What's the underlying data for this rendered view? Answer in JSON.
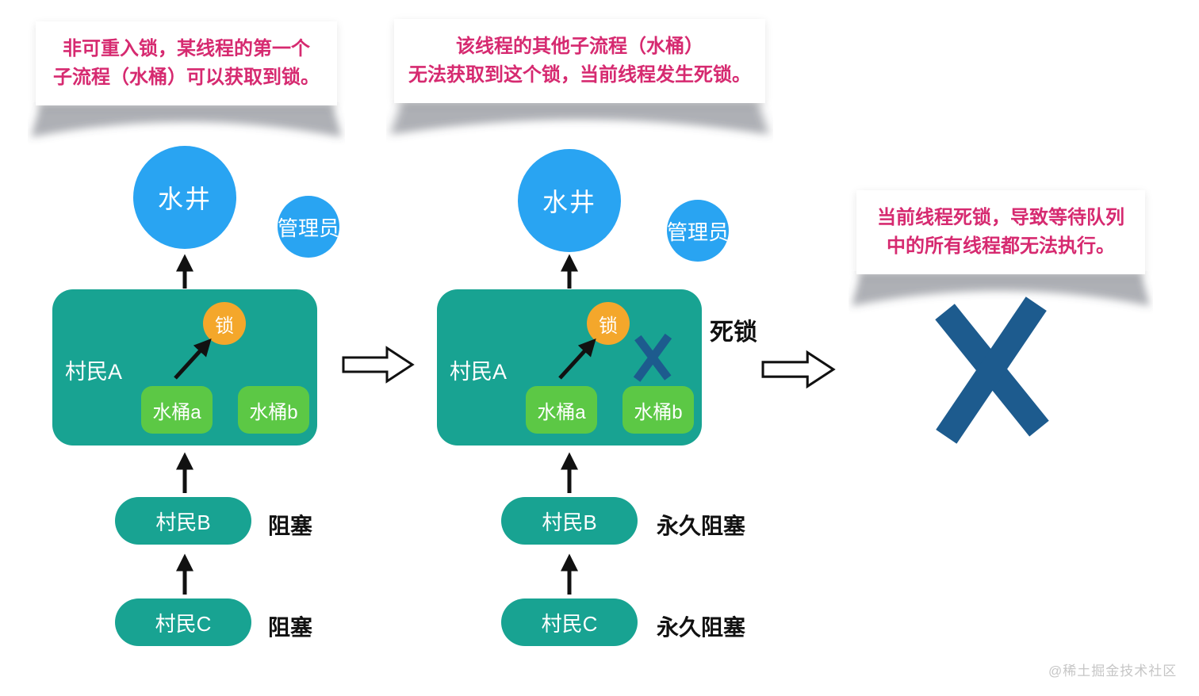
{
  "callouts": [
    {
      "lines": [
        "非可重入锁，某线程的第一个",
        "子流程（水桶）可以获取到锁。"
      ]
    },
    {
      "lines": [
        "该线程的其他子流程（水桶）",
        "无法获取到这个锁，当前线程发生死锁。"
      ]
    },
    {
      "lines": [
        "当前线程死锁，导致等待队列",
        "中的所有线程都无法执行。"
      ]
    }
  ],
  "diagrams": [
    {
      "well": "水井",
      "admin": "管理员",
      "villager_a": "村民A",
      "lock": "锁",
      "bucket_a": "水桶a",
      "bucket_b": "水桶b",
      "villager_b": "村民B",
      "status_b": "阻塞",
      "villager_c": "村民C",
      "status_c": "阻塞"
    },
    {
      "well": "水井",
      "admin": "管理员",
      "villager_a": "村民A",
      "lock": "锁",
      "bucket_a": "水桶a",
      "bucket_b": "水桶b",
      "villager_b": "村民B",
      "status_b": "永久阻塞",
      "villager_c": "村民C",
      "status_c": "永久阻塞",
      "deadlock_label": "死锁"
    }
  ],
  "watermark": "@稀土掘金技术社区",
  "colors": {
    "teal": "#18A392",
    "green": "#5CC845",
    "blue": "#29A4F2",
    "orange": "#F4A72B",
    "magenta": "#D62A70",
    "x_blue": "#1D5B8E",
    "label_black": "#111111"
  }
}
